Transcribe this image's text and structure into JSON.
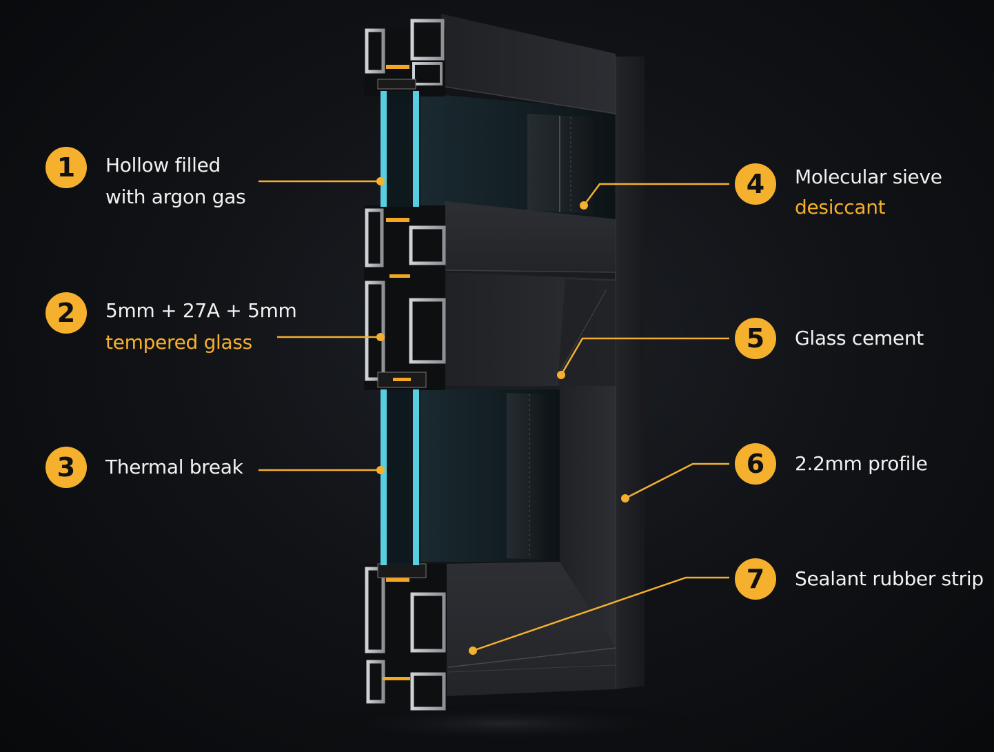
{
  "colors": {
    "background": "#0c0d10",
    "accent": "#f5b02e",
    "text": "#f2f2f2",
    "glass_edge": "#5fe3f5",
    "frame": "#26282d"
  },
  "callouts": [
    {
      "number": "1",
      "line1": "Hollow filled",
      "line2": "with argon gas",
      "line2_accent": false
    },
    {
      "number": "2",
      "line1": "5mm + 27A + 5mm",
      "line2": "tempered glass",
      "line2_accent": true
    },
    {
      "number": "3",
      "line1": "Thermal break",
      "line2": "",
      "line2_accent": false
    },
    {
      "number": "4",
      "line1": "Molecular sieve",
      "line2": "desiccant",
      "line2_accent": true
    },
    {
      "number": "5",
      "line1": "Glass cement",
      "line2": "",
      "line2_accent": false
    },
    {
      "number": "6",
      "line1": "2.2mm profile",
      "line2": "",
      "line2_accent": false
    },
    {
      "number": "7",
      "line1": "Sealant rubber strip",
      "line2": "",
      "line2_accent": false
    }
  ]
}
